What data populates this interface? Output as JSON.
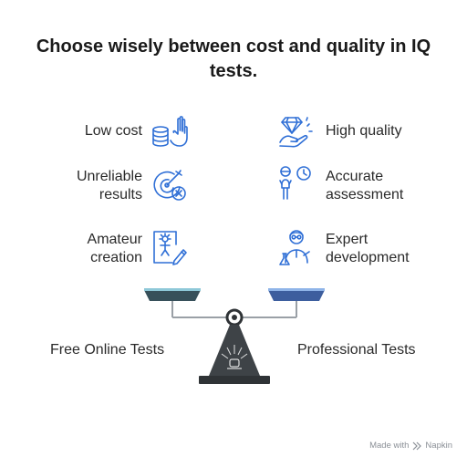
{
  "title": "Choose wisely between cost and quality in IQ tests.",
  "left_items": [
    {
      "label": "Low cost",
      "icon": "coins-hand-icon"
    },
    {
      "label": "Unreliable\nresults",
      "icon": "target-miss-icon"
    },
    {
      "label": "Amateur\ncreation",
      "icon": "drawing-pencil-icon"
    }
  ],
  "right_items": [
    {
      "label": "High quality",
      "icon": "diamond-hand-icon"
    },
    {
      "label": "Accurate\nassessment",
      "icon": "person-clock-icon"
    },
    {
      "label": "Expert\ndevelopment",
      "icon": "scientist-icon"
    }
  ],
  "left_side": "Free Online Tests",
  "right_side": "Professional Tests",
  "footer": "Made with",
  "footer_brand": "Napkin",
  "colors": {
    "icon_blue": "#2f6fd6",
    "left_pan": "#37505a",
    "right_pan": "#3d5e9e",
    "left_pan_top": "#8ec8d8",
    "right_pan_top": "#8fb4e8",
    "beam": "#9aa0a6",
    "base": "#2f3336"
  }
}
